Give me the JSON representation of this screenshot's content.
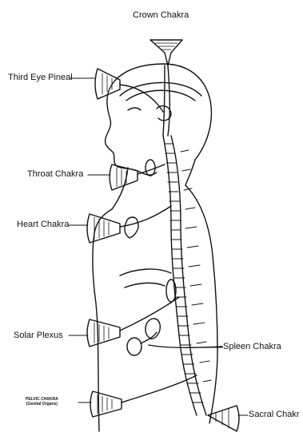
{
  "labels": {
    "crown": "Crown Chakra",
    "third_eye": "Third Eye Pineal",
    "throat": "Throat Chakra",
    "heart": "Heart Chakra",
    "solar": "Solar Plexus",
    "spleen": "Spleen Chakra",
    "sacral": "Sacral Chakr",
    "pelvic_line1": "PELVIC CHAKRA",
    "pelvic_line2": "(Genital Organs)"
  },
  "colors": {
    "ink": "#111111",
    "paper": "#ffffff"
  }
}
